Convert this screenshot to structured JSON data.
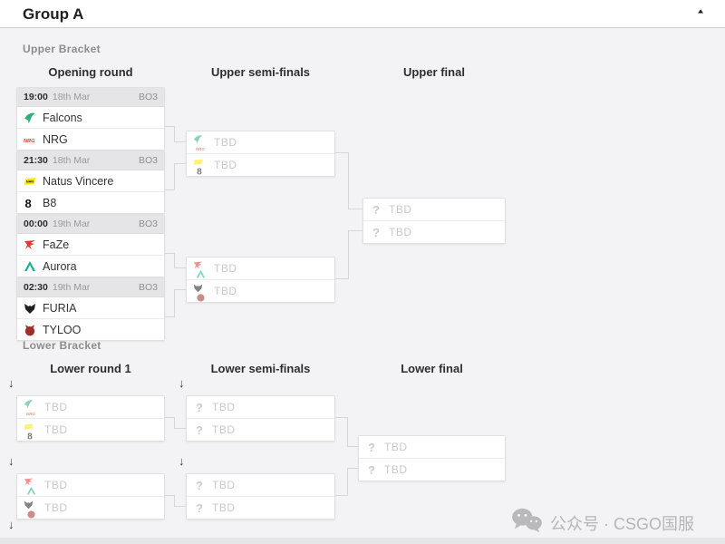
{
  "header": {
    "title": "Group A"
  },
  "icons": {
    "collapse": "▲",
    "drop": "↓",
    "unknown": "?"
  },
  "labels": {
    "tbd": "TBD"
  },
  "upper_bracket": {
    "section_label": "Upper Bracket",
    "columns": [
      "Opening round",
      "Upper semi-finals",
      "Upper final"
    ],
    "matches": [
      {
        "time": "19:00",
        "date": "18th Mar",
        "format": "BO3",
        "teams": [
          {
            "name": "Falcons"
          },
          {
            "name": "NRG"
          }
        ]
      },
      {
        "time": "21:30",
        "date": "18th Mar",
        "format": "BO3",
        "teams": [
          {
            "name": "Natus Vincere"
          },
          {
            "name": "B8"
          }
        ]
      },
      {
        "time": "00:00",
        "date": "19th Mar",
        "format": "BO3",
        "teams": [
          {
            "name": "FaZe"
          },
          {
            "name": "Aurora"
          }
        ]
      },
      {
        "time": "02:30",
        "date": "19th Mar",
        "format": "BO3",
        "teams": [
          {
            "name": "FURIA"
          },
          {
            "name": "TYLOO"
          }
        ]
      }
    ]
  },
  "lower_bracket": {
    "section_label": "Lower Bracket",
    "columns": [
      "Lower round 1",
      "Lower semi-finals",
      "Lower final"
    ]
  },
  "team_colors": {
    "falcons": "#2FB079",
    "nrg": "#E03E2D",
    "navi_bg": "#FFE600",
    "navi_text": "#111111",
    "b8": "#111111",
    "faze": "#E4392E",
    "aurora": "#16B08C",
    "furia": "#1F1F1F",
    "tyloo": "#9E2F28"
  },
  "watermark": {
    "text": "公众号 · CSGO国服"
  }
}
